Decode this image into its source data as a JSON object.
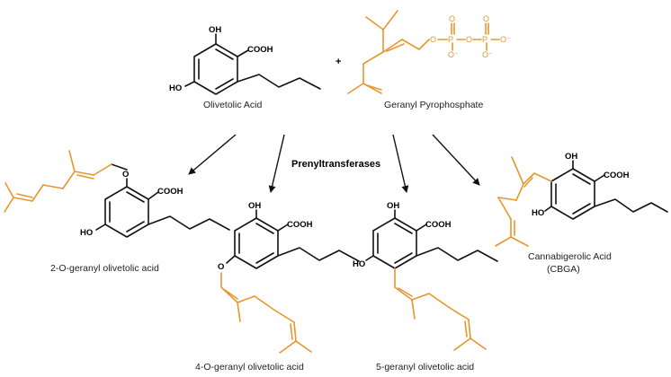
{
  "colors": {
    "bond": "#111111",
    "geranyl": "#e8962e",
    "text": "#222222"
  },
  "reactants": {
    "olivetolic_acid": "Olivetolic Acid",
    "plus": "+",
    "geranyl_pyrophosphate": "Geranyl Pyrophosphate"
  },
  "enzyme": "Prenyltransferases",
  "products": {
    "p1": "2-O-geranyl olivetolic acid",
    "p2": "4-O-geranyl olivetolic acid",
    "p3": "5-geranyl olivetolic acid",
    "p4_line1": "Cannabigerolic Acid",
    "p4_line2": "(CBGA)"
  },
  "atoms": {
    "oh": "OH",
    "ho": "HO",
    "o": "O",
    "cooh": "COOH",
    "p": "P",
    "o_minus": "O⁻"
  }
}
